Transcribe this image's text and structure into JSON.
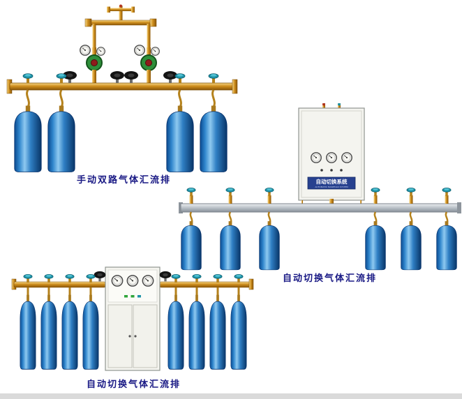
{
  "page": {
    "background_color": "#ffffff",
    "bottom_strip_color": "#dadada"
  },
  "palette": {
    "caption_navy": "#181884",
    "brass": "#cf8f1e",
    "brass_dark": "#8a5608",
    "cylinder_blue_light": "#8ec9f0",
    "cylinder_blue_dark": "#083568",
    "valve_teal": "#1f93a8",
    "regulator_green": "#2e8f3a",
    "regulator_red_center": "#8f1c1c",
    "rail_silver": "#b9c0c7",
    "cabinet_offwhite": "#f4f4ef",
    "handwheel_black": "#141414"
  },
  "products": [
    {
      "id": "manual-dual-line-manifold",
      "caption": "手动双路气体汇流排",
      "cylinders": 4
    },
    {
      "id": "auto-switch-manifold-wall-cabinet",
      "caption": "自动切换气体汇流排",
      "cabinet_label": "自动切换系统",
      "cabinet_sublabel": "AUTOMATIC MANIFOLD SYSTEM",
      "cylinders": 6
    },
    {
      "id": "auto-switch-manifold-floor-cabinet",
      "caption": "自动切换气体汇流排",
      "cylinders": 8
    }
  ]
}
